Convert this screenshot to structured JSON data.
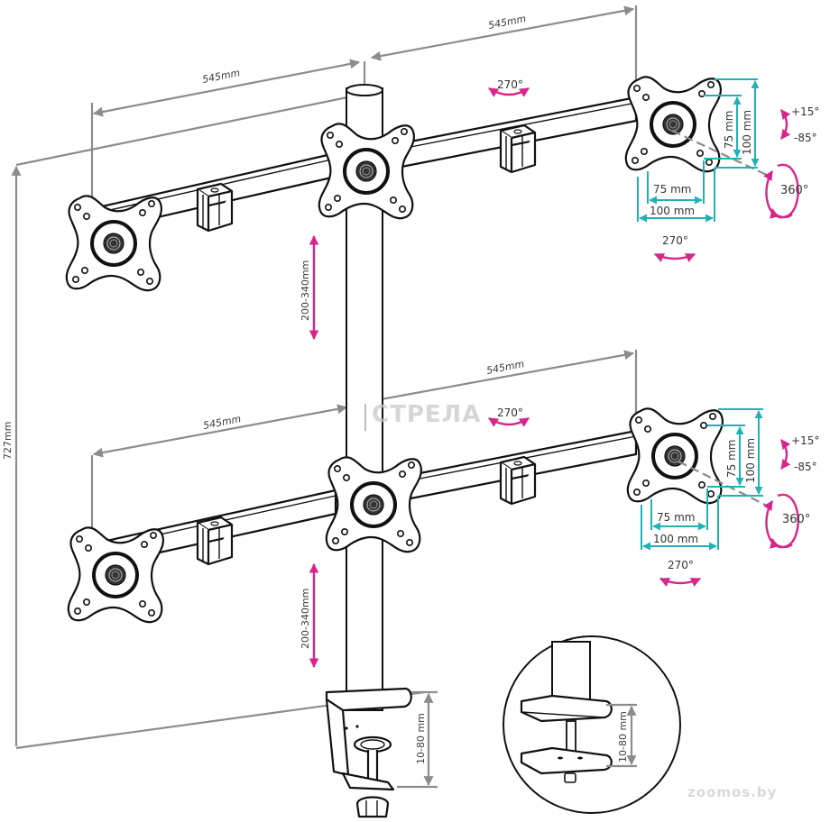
{
  "title": "Triple monitor desk mount dimensions (2 tiers)",
  "colors": {
    "dimension_gray": "#8c8c8c",
    "rotation_pink": "#d6268a",
    "vesa_teal": "#1fb2b5",
    "line_ink": "#111111"
  },
  "dimensions": {
    "total_height": "727mm",
    "upper_left_arm_length": "545mm",
    "upper_right_arm_length": "545mm",
    "lower_left_arm_length": "545mm",
    "lower_right_arm_length": "545mm",
    "upper_height_adjust": "200-340mm",
    "lower_height_adjust": "200-340mm",
    "clamp_thickness": "10-80 mm",
    "inset_clamp_thickness": "10-80 mm"
  },
  "rotations": {
    "upper_arm_swivel": "270°",
    "lower_arm_swivel": "270°",
    "upper_head_swivel": "270°",
    "lower_head_swivel": "270°",
    "upper_tilt_up": "+15°",
    "upper_tilt_down": "-85°",
    "lower_tilt_up": "+15°",
    "lower_tilt_down": "-85°",
    "upper_rotation": "360°",
    "lower_rotation": "360°"
  },
  "vesa": {
    "upper": {
      "small_w": "75 mm",
      "large_w": "100 mm",
      "small_h": "75 mm",
      "large_h": "100 mm"
    },
    "lower": {
      "small_w": "75 mm",
      "large_w": "100 mm",
      "small_h": "75 mm",
      "large_h": "100 mm"
    }
  },
  "watermarks": {
    "center": "СТРЕЛА",
    "corner": "zoomos.by"
  },
  "icons": [
    "vesa-plate-icon",
    "arm-clip-icon",
    "desk-clamp-icon",
    "rotation-arrow-icon",
    "tilt-arrow-icon",
    "dimension-arrow-icon"
  ]
}
